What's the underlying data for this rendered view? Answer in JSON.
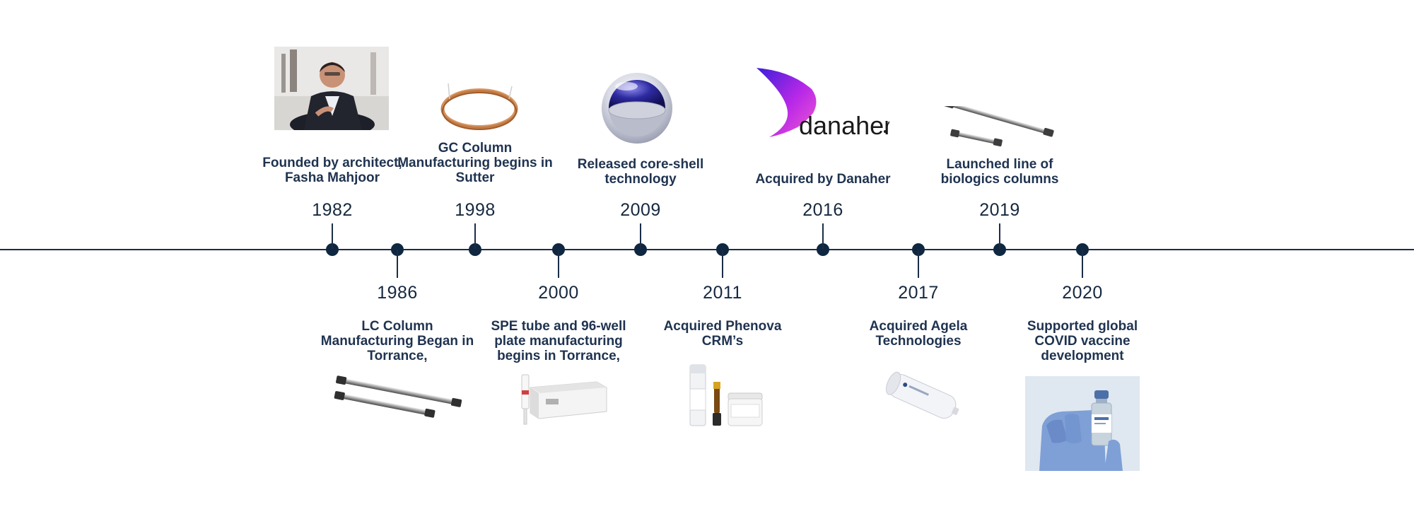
{
  "timeline": {
    "events": [
      {
        "year": "1982",
        "label": "Founded by architect, Fasha Mahjoor",
        "side": "top",
        "image": "founder-photo"
      },
      {
        "year": "1986",
        "label": "LC Column Manufacturing Began in Torrance,",
        "side": "bottom",
        "image": "lc-columns"
      },
      {
        "year": "1998",
        "label": "GC Column Manufacturing begins in Sutter",
        "side": "top",
        "image": "gc-column-coil"
      },
      {
        "year": "2000",
        "label": "SPE tube and 96-well plate manufacturing begins in Torrance,",
        "side": "bottom",
        "image": "spe-plate-and-tube"
      },
      {
        "year": "2009",
        "label": "Released core-shell technology",
        "side": "top",
        "image": "core-shell-particle"
      },
      {
        "year": "2011",
        "label": "Acquired Phenova CRM’s",
        "side": "bottom",
        "image": "crm-bottles"
      },
      {
        "year": "2016",
        "label": "Acquired by Danaher",
        "side": "top",
        "image": "danaher-logo",
        "logo_text": "danaher"
      },
      {
        "year": "2017",
        "label": "Acquired Agela Technologies",
        "side": "bottom",
        "image": "flash-cartridge"
      },
      {
        "year": "2019",
        "label": "Launched line of biologics columns",
        "side": "top",
        "image": "biologics-columns"
      },
      {
        "year": "2020",
        "label": "Supported global COVID vaccine development",
        "side": "bottom",
        "image": "vaccine-vial-photo"
      }
    ]
  },
  "colors": {
    "line": "#1b2d47",
    "dot": "#0f2740",
    "text": "#1f3350",
    "danaher_gradient": [
      "#3b1fd8",
      "#b928e8",
      "#f05ad0"
    ]
  }
}
